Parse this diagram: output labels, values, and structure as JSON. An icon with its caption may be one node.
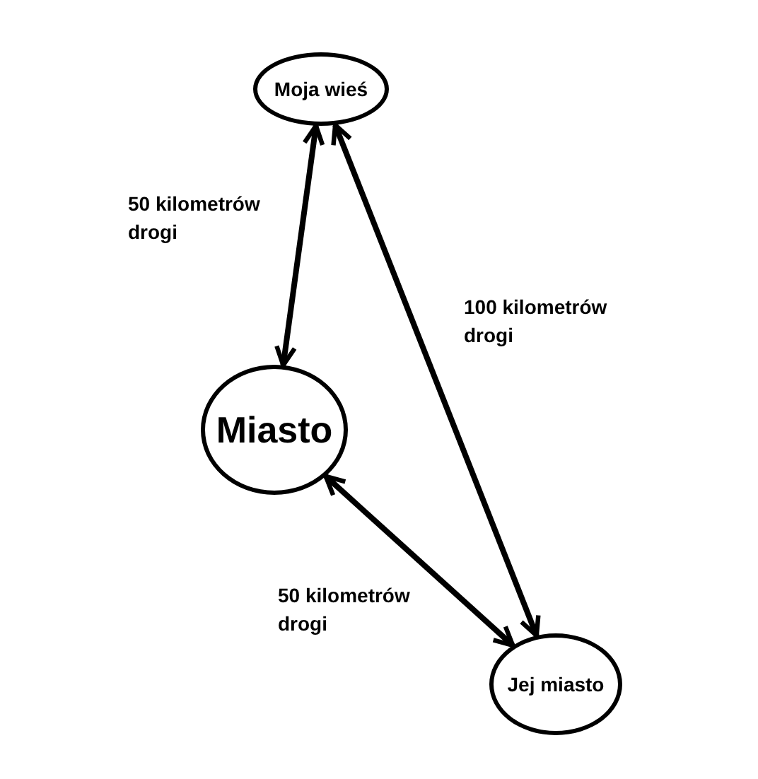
{
  "diagram": {
    "nodes": [
      {
        "text": [
          "Moja wieś"
        ]
      },
      {
        "text": [
          "Miasto"
        ]
      },
      {
        "text": [
          "Jej miasto"
        ]
      }
    ],
    "edges": [
      {
        "from": 0,
        "to": 1,
        "arrow": "both",
        "label": "50 kilometrów drogi"
      },
      {
        "from": 0,
        "to": 2,
        "arrow": "both",
        "label": "100 kilometrów drogi"
      },
      {
        "from": 1,
        "to": 2,
        "arrow": "both",
        "label": "50 kilometrów drogi"
      }
    ]
  }
}
